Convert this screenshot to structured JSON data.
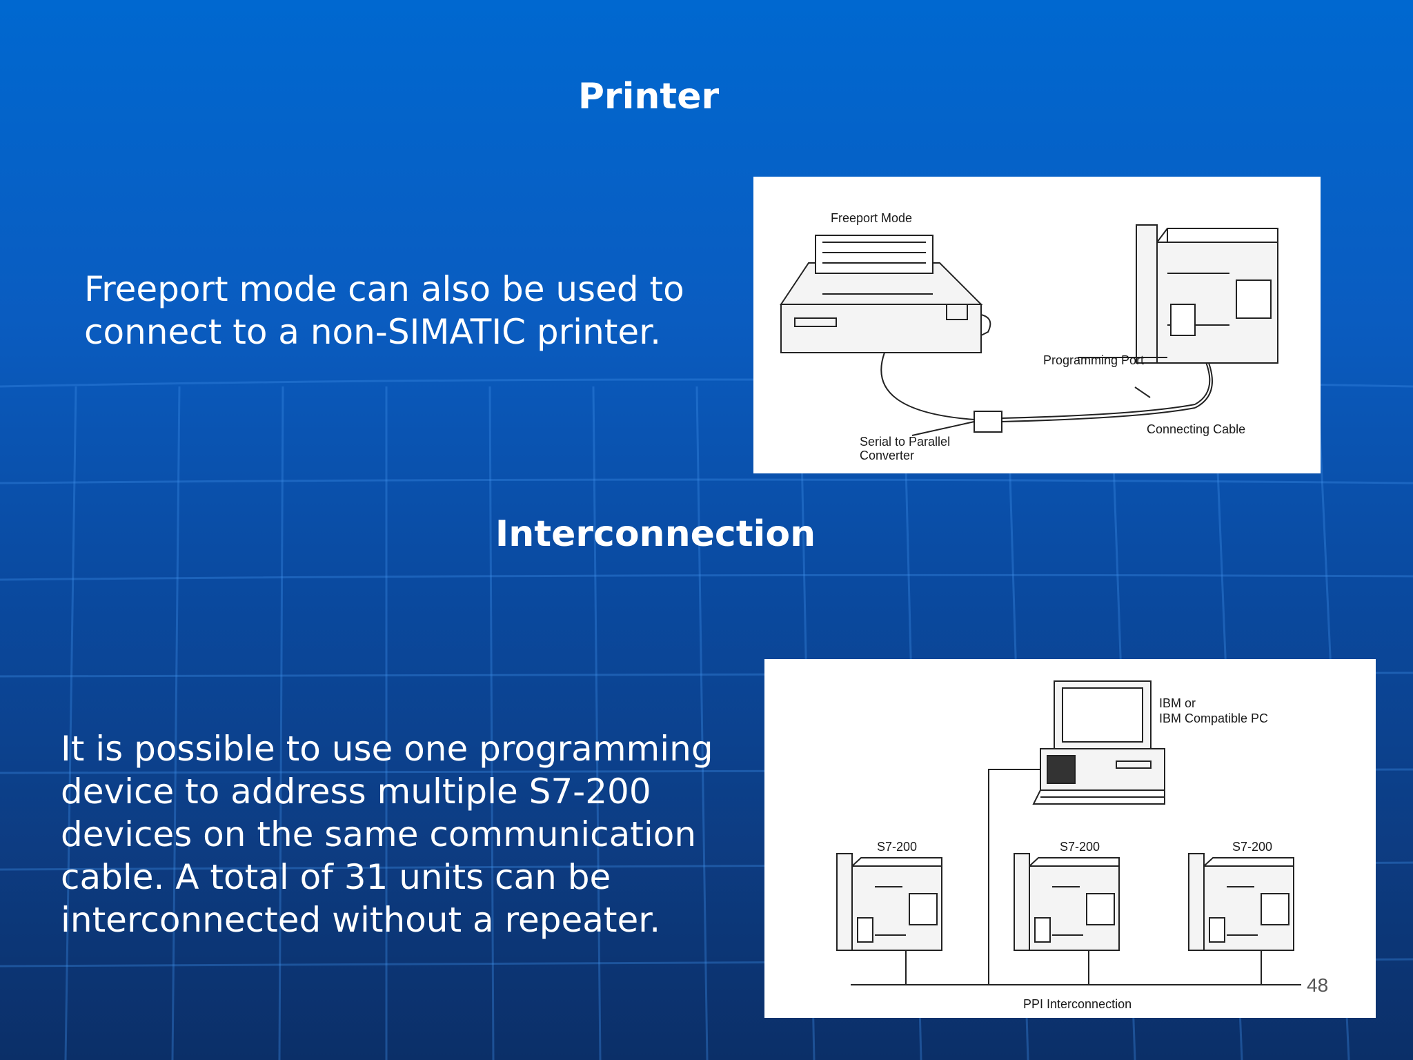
{
  "slide": {
    "section1": {
      "title": "Printer",
      "text": "Freeport mode can also be used to connect to a non-SIMATIC printer."
    },
    "section2": {
      "title": "Interconnection",
      "text": "It is possible to use one programming device to address multiple S7-200 devices on the same communication cable. A total of 31 units can be interconnected without a repeater."
    },
    "page_number": "48"
  },
  "figure1": {
    "caption": "Freeport Mode",
    "programming_port_label": "Programming Port",
    "connecting_cable_label": "Connecting Cable",
    "converter_label_line1": "Serial to Parallel",
    "converter_label_line2": "Converter"
  },
  "figure2": {
    "pc_label_line1": "IBM or",
    "pc_label_line2": "IBM Compatible PC",
    "plc1_label": "S7-200",
    "plc2_label": "S7-200",
    "plc3_label": "S7-200",
    "bus_label": "PPI Interconnection"
  },
  "colors": {
    "background_top": "#0068d0",
    "background_bottom": "#0b2f68",
    "text": "#ffffff"
  }
}
